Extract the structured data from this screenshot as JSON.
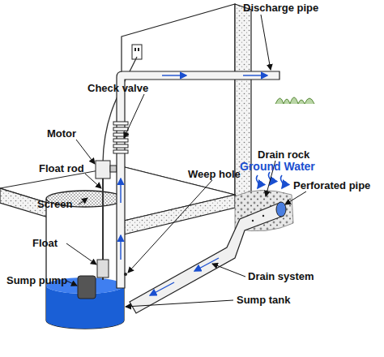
{
  "diagram": {
    "labels": [
      "Discharge pipe",
      "Check valve",
      "Motor",
      "Weep hole",
      "Drain rock",
      "Ground Water",
      "Perforated pipe",
      "Float rod",
      "Screen",
      "Float",
      "Drain system",
      "Sump pump",
      "Sump tank"
    ]
  }
}
